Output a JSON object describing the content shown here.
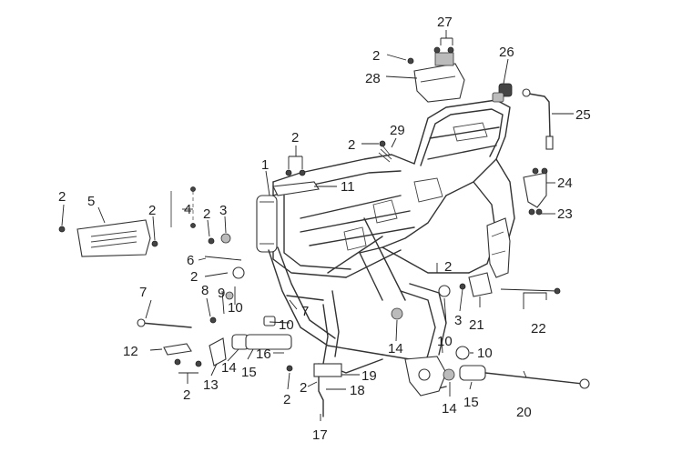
{
  "labels": {
    "l_27": "27",
    "l_2a": "2",
    "l_28": "28",
    "l_26": "26",
    "l_25": "25",
    "l_29": "29",
    "l_2b": "2",
    "l_2c": "2",
    "l_1": "1",
    "l_11": "11",
    "l_24": "24",
    "l_23": "23",
    "l_2d": "2",
    "l_5": "5",
    "l_4": "4",
    "l_2e": "2",
    "l_2f": "2",
    "l_3a": "3",
    "l_6": "6",
    "l_2g": "2",
    "l_9": "9",
    "l_8": "8",
    "l_10a": "10",
    "l_7a": "7",
    "l_10b": "10",
    "l_7b": "7",
    "l_2h": "2",
    "l_3b": "3",
    "l_21": "21",
    "l_22": "22",
    "l_10c": "10",
    "l_14a": "14",
    "l_10d": "10",
    "l_12": "12",
    "l_14b": "14",
    "l_15a": "15",
    "l_16": "16",
    "l_2i": "2",
    "l_13": "13",
    "l_19": "19",
    "l_2j": "2",
    "l_18": "18",
    "l_2k": "2",
    "l_14c": "14",
    "l_15b": "15",
    "l_20": "20",
    "l_17": "17"
  }
}
